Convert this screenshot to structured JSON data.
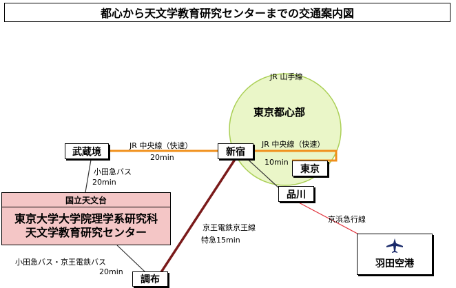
{
  "title": "都心から天文学教育研究センターまでの交通案内図",
  "area": {
    "label": "東京都心部",
    "line_label": "JR 山手線",
    "fill": "#eaf6c8",
    "stroke": "#aacf55"
  },
  "stations": {
    "musashisakai": "武蔵境",
    "shinjuku": "新宿",
    "tokyo": "東京",
    "shinagawa": "品川",
    "chofu": "調布"
  },
  "routes": {
    "chuo_west": {
      "line": "JR 中央線（快速）",
      "time": "20min",
      "color": "#f0901c"
    },
    "chuo_east": {
      "line": "JR 中央線（快速）",
      "time": "10min",
      "color": "#f0901c"
    },
    "keio": {
      "line": "京王電鉄京王線",
      "time": "特急15min",
      "color": "#7a1a1a"
    },
    "odakyu_bus": {
      "line": "小田急バス",
      "time": "20min",
      "color": "#333333"
    },
    "odakyu_keio_bus": {
      "line": "小田急バス・京王電鉄バス",
      "time": "20min",
      "color": "#333333"
    },
    "keikyu": {
      "line": "京浜急行線",
      "color": "#e0303a"
    },
    "yamanote_link": {
      "color": "#333333"
    }
  },
  "observatory": {
    "header": "国立天文台",
    "line1": "東京大学大学院理学系研究科",
    "line2": "天文学教育研究センター",
    "fill": "#f4c6c6"
  },
  "airport": {
    "name": "羽田空港",
    "icon": "airplane-icon",
    "icon_color": "#1a2a6a"
  }
}
